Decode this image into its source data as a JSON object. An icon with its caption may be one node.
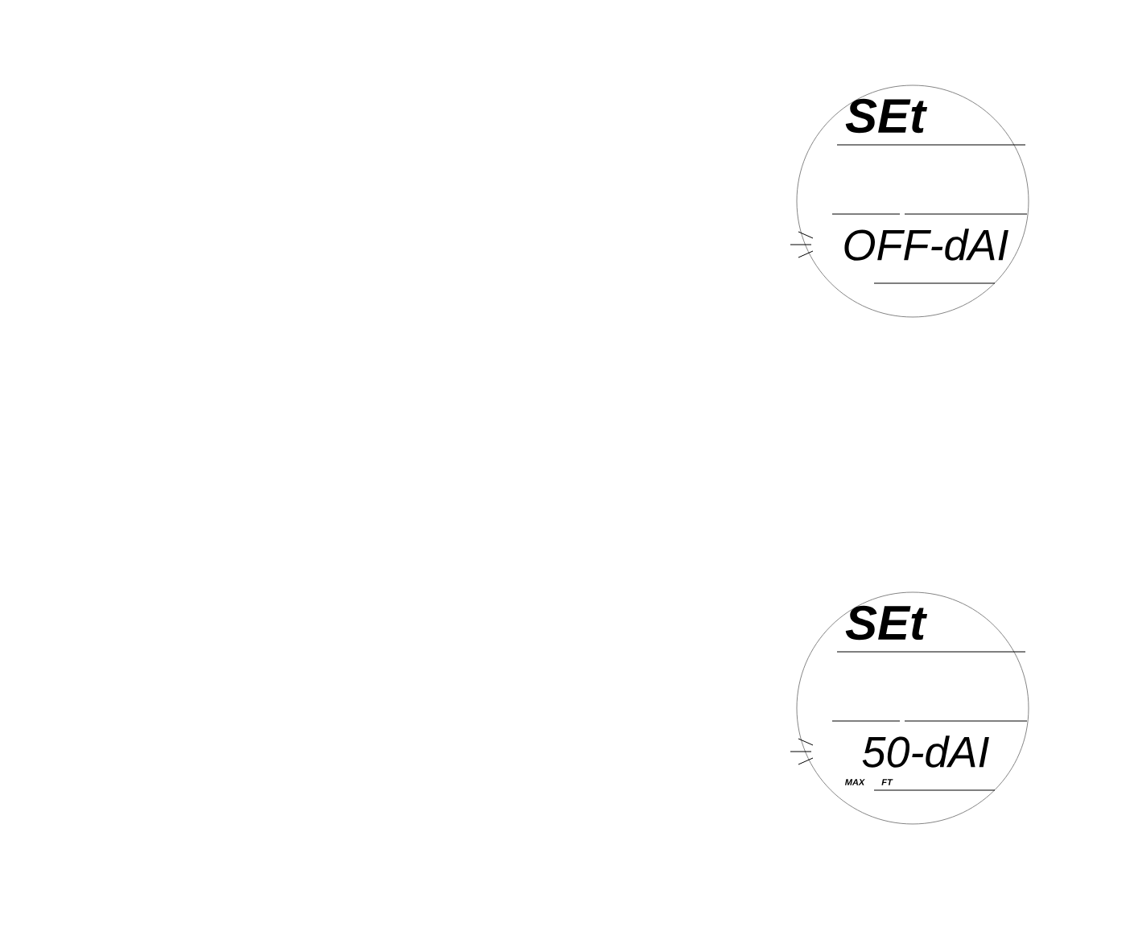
{
  "diagram": {
    "nodes": [
      {
        "text": [
          "SEt",
          "OFF-dAI"
        ]
      },
      {
        "text": [
          "SEt",
          "50-dAI",
          "MAX",
          "FT"
        ]
      }
    ]
  }
}
